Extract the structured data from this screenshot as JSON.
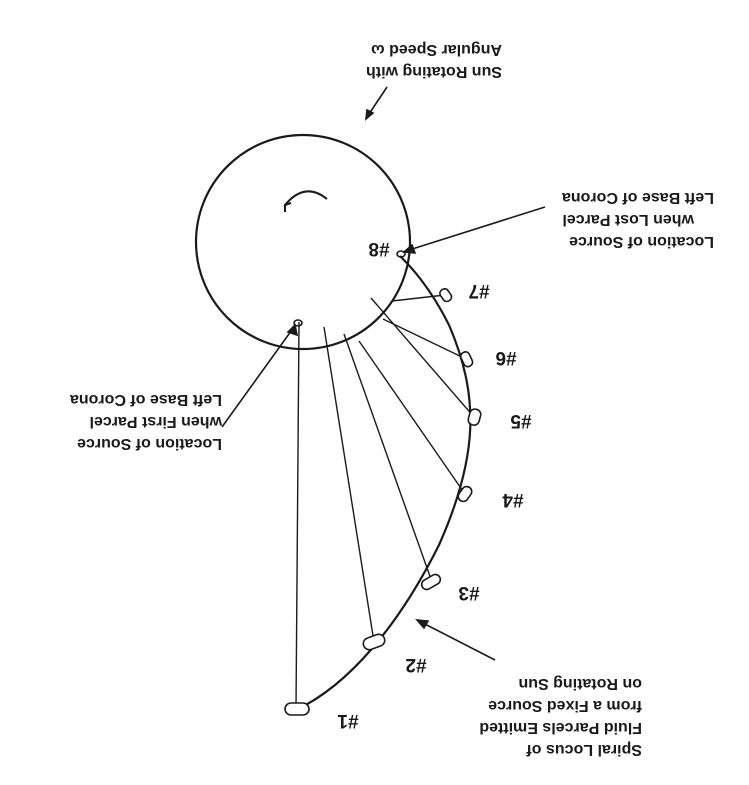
{
  "orientation": "rotated-180",
  "labels": {
    "sun_rotating": [
      "Sun Rotating with",
      "Angular Speed ω"
    ],
    "source_lost": [
      "Location of Source",
      "when Lost Parcel",
      "Left Base of Corona"
    ],
    "source_first": [
      "Location of Source",
      "when First Parcel",
      "Left Base of Corona"
    ],
    "spiral_locus": [
      "Spiral Locus of",
      "Fluid Parcels Emitted",
      "from a Fixed Source",
      "on Rotating Sun"
    ]
  },
  "parcels": [
    {
      "id": "1",
      "label": "#1"
    },
    {
      "id": "2",
      "label": "#2"
    },
    {
      "id": "3",
      "label": "#3"
    },
    {
      "id": "4",
      "label": "#4"
    },
    {
      "id": "5",
      "label": "#5"
    },
    {
      "id": "6",
      "label": "#6"
    },
    {
      "id": "7",
      "label": "#7"
    },
    {
      "id": "8",
      "label": "#8"
    }
  ],
  "colors": {
    "ink": "#1a1a1a",
    "background": "#ffffff"
  }
}
